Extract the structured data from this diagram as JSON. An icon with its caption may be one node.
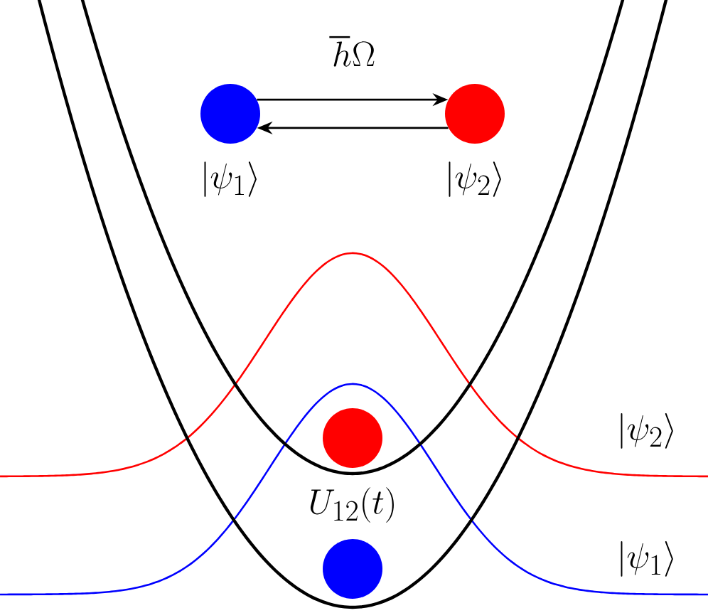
{
  "diagram": {
    "nodes": [
      {
        "text": [
          "|\\psi_1\\rangle"
        ]
      },
      {
        "text": [
          "|\\psi_2\\rangle"
        ]
      },
      {
        "text": [],
        "shape": "circle"
      },
      {
        "text": [],
        "shape": "circle"
      }
    ],
    "edges": [
      {
        "from": 0,
        "to": 1,
        "arrow": "to",
        "label": "\\hbar\\Omega"
      },
      {
        "from": 1,
        "to": 0,
        "arrow": "to"
      }
    ],
    "labels": [
      "U_{12}(t)",
      "|\\psi_2\\rangle",
      "|\\psi_1\\rangle"
    ]
  }
}
